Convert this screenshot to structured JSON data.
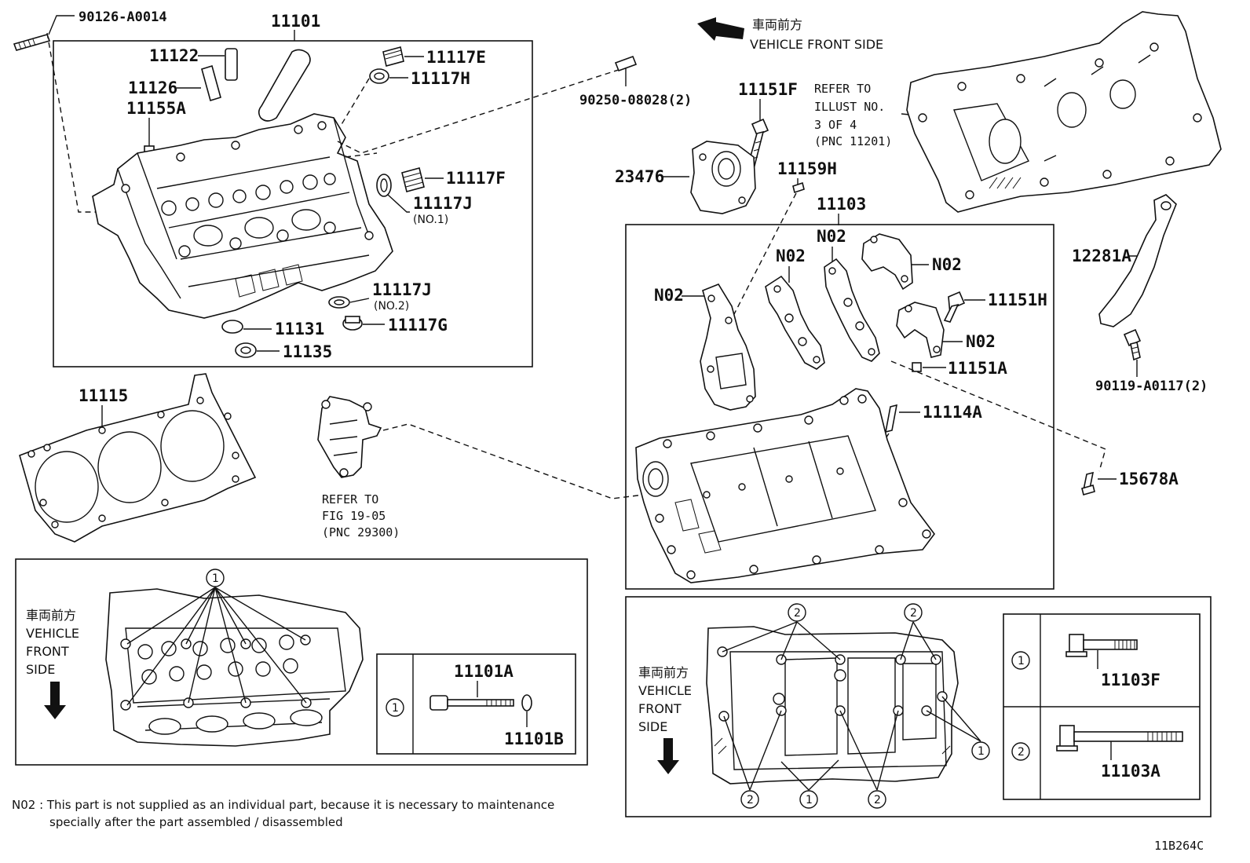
{
  "diagram_code": "11B264C",
  "front_direction": {
    "jp": "車両前方",
    "en": "VEHICLE FRONT SIDE",
    "en_lines": [
      "VEHICLE",
      "FRONT",
      "SIDE"
    ]
  },
  "parts": {
    "p90126": "90126-A0014",
    "p11101": "11101",
    "p11122": "11122",
    "p11126": "11126",
    "p11155A": "11155A",
    "p11117E": "11117E",
    "p11117H": "11117H",
    "p90250": "90250-08028(2)",
    "p11117F": "11117F",
    "p11117J_1": "11117J",
    "p11117J_1_note": "(NO.1)",
    "p11117J_2": "11117J",
    "p11117J_2_note": "(NO.2)",
    "p11117G": "11117G",
    "p11131": "11131",
    "p11135": "11135",
    "p11115": "11115",
    "p11151F": "11151F",
    "p23476": "23476",
    "p11159H": "11159H",
    "p11103": "11103",
    "p12281A": "12281A",
    "p11151H": "11151H",
    "p11151A": "11151A",
    "p11114A": "11114A",
    "p90119": "90119-A0117(2)",
    "p15678A": "15678A",
    "n02": "N02",
    "p11101A": "11101A",
    "p11101B": "11101B",
    "p11103F": "11103F",
    "p11103A": "11103A"
  },
  "refs": {
    "ref_11201": [
      "REFER TO",
      "ILLUST NO.",
      "3 OF 4",
      "(PNC 11201)"
    ],
    "ref_29300": [
      "REFER TO",
      "FIG 19-05",
      "(PNC 29300)"
    ]
  },
  "markers": {
    "one": "1",
    "two": "2"
  },
  "footnote": {
    "line1": "N02 : This part is not supplied as an individual part, because it is necessary to maintenance",
    "line2": "specially after the part assembled / disassembled"
  }
}
